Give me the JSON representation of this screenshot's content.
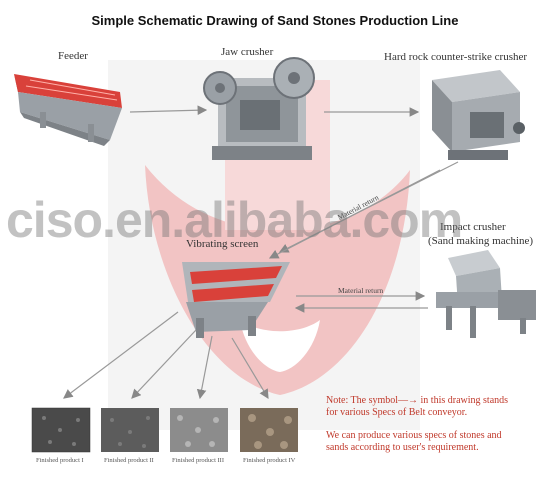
{
  "title": "Simple Schematic Drawing of Sand Stones Production Line",
  "labels": {
    "feeder": "Feeder",
    "jaw_crusher": "Jaw crusher",
    "hard_rock": "Hard rock counter-strike crusher",
    "impact_line1": "Impact crusher",
    "impact_line2": "(Sand making machine)",
    "vibrating_screen": "Vibrating screen",
    "material_return_1": "Material return",
    "material_return_2": "Material return"
  },
  "watermark": "ciso.en.alibaba.com",
  "products": [
    {
      "label": "Finished product I"
    },
    {
      "label": "Finished product II"
    },
    {
      "label": "Finished product III"
    },
    {
      "label": "Finished product IV"
    }
  ],
  "notes": {
    "line1": "Note: The symbol—→ in this drawing stands",
    "line2": "for various Specs of Belt conveyor.",
    "line3": "We can produce various specs of stones and",
    "line4": "sands according to user's requirement."
  },
  "colors": {
    "accent_red": "#c0392b",
    "logo_pink": "#f2c4c4",
    "machine_red": "#d9413a",
    "machine_grey": "#9aa0a6"
  }
}
